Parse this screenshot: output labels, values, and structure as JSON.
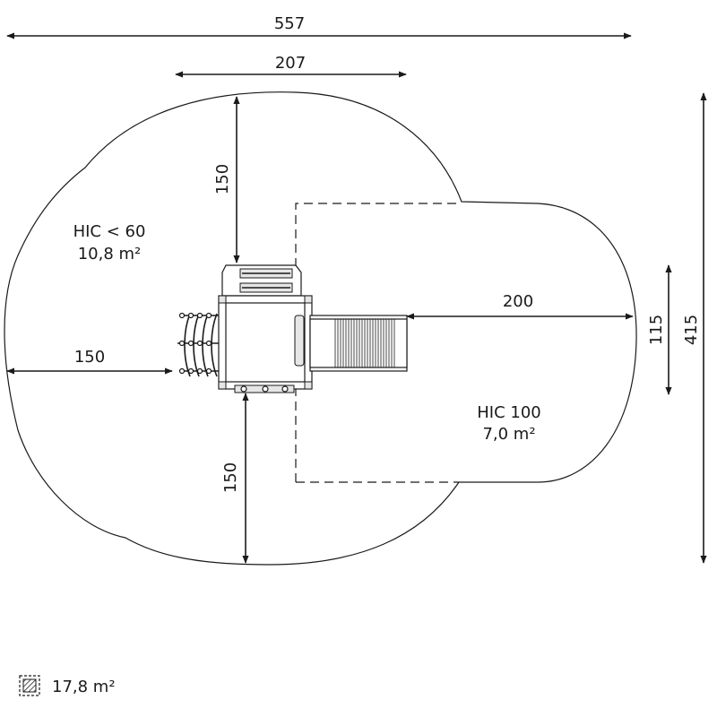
{
  "dimensions": {
    "total_width": "557",
    "top_width": "207",
    "top_depth": "150",
    "left_depth": "150",
    "bottom_depth": "150",
    "slide_length": "200",
    "slide_width": "115",
    "total_height": "415"
  },
  "zones": {
    "left": {
      "hic": "HIC < 60",
      "area": "10,8 m²"
    },
    "right": {
      "hic": "HIC 100",
      "area": "7,0 m²"
    }
  },
  "legend": {
    "area": "17,8 m²",
    "icon": "hatched-square-icon"
  }
}
